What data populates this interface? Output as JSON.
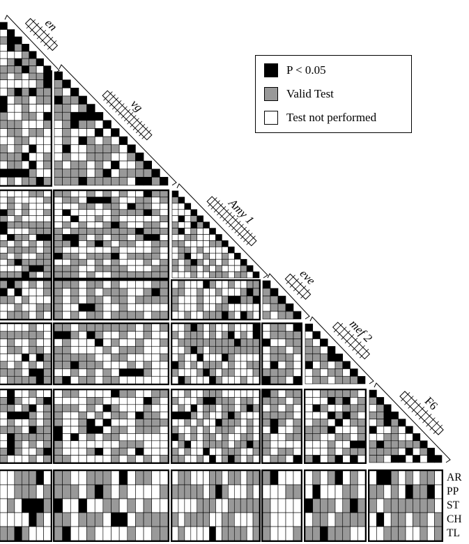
{
  "legend": {
    "items": [
      {
        "label": "P < 0.05",
        "color": "#000000"
      },
      {
        "label": "Valid Test",
        "color": "#999999"
      },
      {
        "label": "Test not performed",
        "color": "#ffffff"
      }
    ]
  },
  "genes": [
    {
      "name": "en",
      "sites": 7
    },
    {
      "name": "vg",
      "sites": 14
    },
    {
      "name": "Amy 1",
      "sites": 14
    },
    {
      "name": "eve",
      "sites": 5
    },
    {
      "name": "mef 2",
      "sites": 8
    },
    {
      "name": "F6",
      "sites": 10
    }
  ],
  "tracks": [
    "AR",
    "PP",
    "ST",
    "CH",
    "TL"
  ],
  "colors": {
    "significant": "#000000",
    "valid": "#999999",
    "not_performed": "#ffffff",
    "grid": "#000000"
  }
}
